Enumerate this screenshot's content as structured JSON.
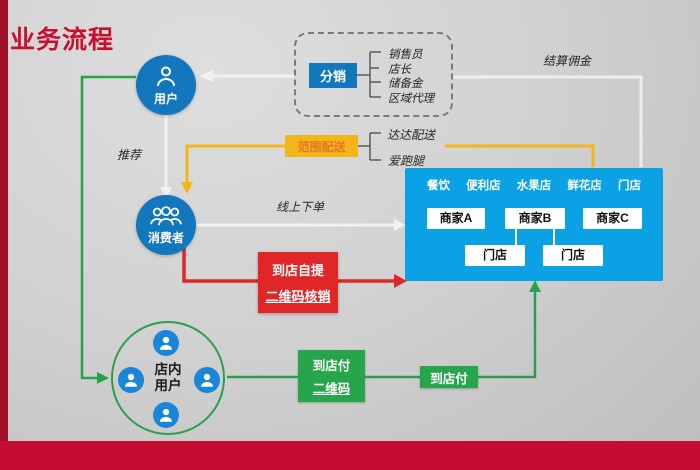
{
  "title": "业务流程",
  "colors": {
    "brand_red": "#c8102e",
    "left_strip_red": "#9e1129",
    "node_blue": "#1377be",
    "platform_azure": "#0aa2e4",
    "yellow": "#f2b619",
    "yellow_text_orange": "#e87722",
    "green": "#27a54a",
    "alert_red": "#e02626"
  },
  "user": {
    "label": "用户"
  },
  "consumer": {
    "label": "消费者"
  },
  "labels": {
    "recommend": "推荐",
    "online_order": "线上下单",
    "commission": "结算佣金"
  },
  "distribution": {
    "label": "分销",
    "items": [
      "销售员",
      "店长",
      "储备金",
      "区域代理"
    ]
  },
  "delivery": {
    "label": "范围配送",
    "items": [
      "达达配送",
      "爱跑腿"
    ]
  },
  "platform": {
    "tabs": [
      "餐饮",
      "便利店",
      "水果店",
      "鲜花店",
      "门店"
    ],
    "merchants": [
      "商家A",
      "商家B",
      "商家C"
    ],
    "stores": [
      "门店",
      "门店"
    ]
  },
  "pickup": {
    "line1": "到店自提",
    "line2": "二维码核销"
  },
  "instore": {
    "line1": "店内",
    "line2": "用户"
  },
  "pay_at_store": {
    "line1": "到店付",
    "line2": "二维码"
  },
  "pay_at_store2": {
    "label": "到店付"
  }
}
